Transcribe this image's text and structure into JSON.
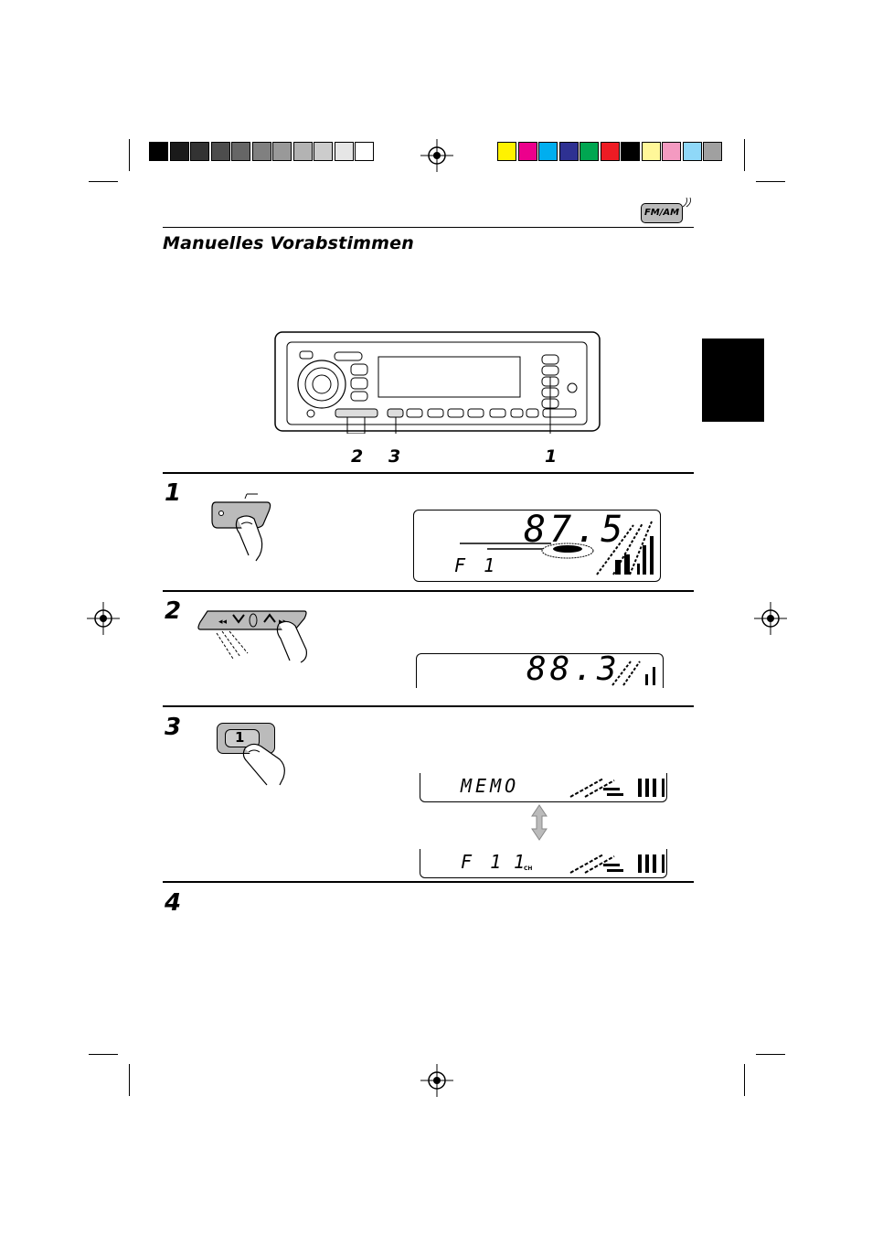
{
  "header": {
    "badge_label": "FM/AM",
    "title": "Manuelles Vorabstimmen"
  },
  "device_callouts": [
    "2",
    "3",
    "1"
  ],
  "steps": [
    {
      "number": "1",
      "display_freq": "87.5",
      "display_band": "F 1"
    },
    {
      "number": "2",
      "display_freq": "88.3"
    },
    {
      "number": "3",
      "display_memo": "MEMO",
      "display_band": "F 1",
      "display_preset": "1",
      "display_ch": "CH"
    },
    {
      "number": "4"
    }
  ],
  "button_label": "1",
  "colors": {
    "grayscale": [
      "#000000",
      "#1a1a1a",
      "#333333",
      "#4d4d4d",
      "#666666",
      "#808080",
      "#999999",
      "#b3b3b3",
      "#cccccc",
      "#e6e6e6",
      "#ffffff"
    ],
    "process": [
      "#fff200",
      "#ec008c",
      "#00aeef",
      "#2e3192",
      "#00a651",
      "#ed1c24",
      "#000000",
      "#fff799",
      "#f49ac1",
      "#8fd8f8",
      "#a0a0a0"
    ]
  }
}
